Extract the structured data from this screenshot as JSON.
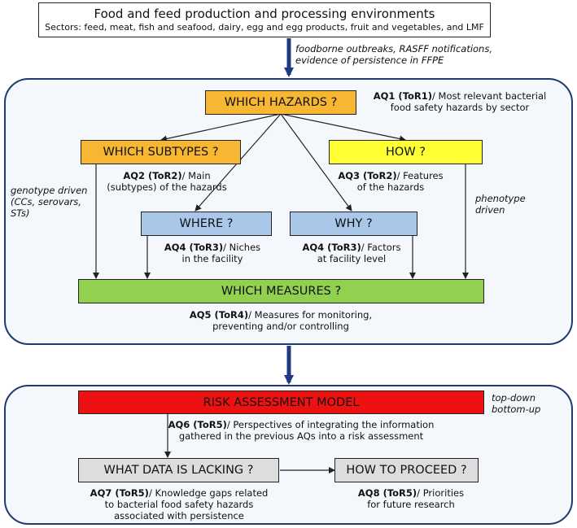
{
  "colors": {
    "panel_border": "#1f3a6e",
    "panel_fill": "#f4f8fc",
    "orange": "#f7b733",
    "yellow": "#ffff33",
    "blue": "#a9c7e8",
    "green": "#92d050",
    "red": "#ee1111",
    "grey": "#dddddd",
    "big_arrow": "#1f3a80"
  },
  "top_box": {
    "title": "Food and feed production and processing environments",
    "subtitle": "Sectors: feed, meat, fish and seafood, dairy, egg and egg products, fruit and vegetables, and LMF"
  },
  "input_note": {
    "line1": "foodborne outbreaks, RASFF notifications,",
    "line2": "evidence of persistence in FFPE"
  },
  "boxes": {
    "which_hazards": "WHICH HAZARDS ?",
    "which_subtypes": "WHICH SUBTYPES ?",
    "how": "HOW ?",
    "where": "WHERE ?",
    "why": "WHY ?",
    "which_measures": "WHICH MEASURES ?",
    "risk_model": "RISK ASSESSMENT MODEL",
    "data_lacking": "WHAT DATA IS LACKING ?",
    "how_to_proceed": "HOW TO PROCEED ?"
  },
  "notes": {
    "aq1": {
      "code": "AQ1 (ToR1)",
      "line1": "/ Most relevant bacterial",
      "line2": "food safety hazards by sector"
    },
    "aq2": {
      "code": "AQ2 (ToR2)",
      "line1": "/ Main",
      "line2": "(subtypes) of the hazards"
    },
    "aq3": {
      "code": "AQ3 (ToR2)",
      "line1": "/ Features",
      "line2": "of the hazards"
    },
    "aq4a": {
      "code": "AQ4 (ToR3)",
      "line1": "/ Niches",
      "line2": "in the facility"
    },
    "aq4b": {
      "code": "AQ4 (ToR3)",
      "line1": "/ Factors",
      "line2": "at facility level"
    },
    "aq5": {
      "code": "AQ5 (ToR4)",
      "line1": "/ Measures for monitoring,",
      "line2": "preventing and/or controlling"
    },
    "aq6": {
      "code": "AQ6 (ToR5)",
      "line1": "/ Perspectives of integrating the information",
      "line2": "gathered in the previous AQs into a risk assessment"
    },
    "aq7": {
      "code": "AQ7 (ToR5)",
      "line1": "/ Knowledge gaps related",
      "line2": "to bacterial food safety hazards",
      "line3": "associated with persistence"
    },
    "aq8": {
      "code": "AQ8 (ToR5)",
      "line1": "/ Priorities",
      "line2": "for future research"
    }
  },
  "side_labels": {
    "genotype": {
      "line1": "genotype driven",
      "line2": "(CCs, serovars,",
      "line3": "STs)"
    },
    "phenotype": {
      "line1": "phenotype",
      "line2": "driven"
    },
    "topdown": {
      "line1": "top-down",
      "line2": "bottom-up"
    }
  }
}
